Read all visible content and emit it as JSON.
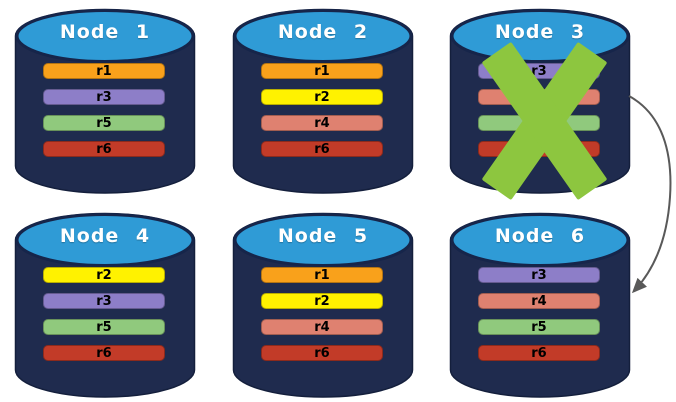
{
  "diagram": {
    "colors": {
      "cylinder_top": "#2F9BD6",
      "cylinder_body": "#1F2B4E",
      "cylinder_outline": "#16254A",
      "failure_x": "#8DC63F",
      "arrow": "#595959"
    },
    "failed_node": "Node 3",
    "recovery_arrow": {
      "from": "Node 3",
      "to": "Node 6"
    },
    "nodes": [
      {
        "label": "Node 1",
        "failed": false,
        "replicas": [
          {
            "label": "r1",
            "color": "#F9A11B"
          },
          {
            "label": "r3",
            "color": "#8D7EC8"
          },
          {
            "label": "r5",
            "color": "#90C97D"
          },
          {
            "label": "r6",
            "color": "#C23B28"
          }
        ]
      },
      {
        "label": "Node 2",
        "failed": false,
        "replicas": [
          {
            "label": "r1",
            "color": "#F9A11B"
          },
          {
            "label": "r2",
            "color": "#FFF200"
          },
          {
            "label": "r4",
            "color": "#DF8170"
          },
          {
            "label": "r6",
            "color": "#C23B28"
          }
        ]
      },
      {
        "label": "Node 3",
        "failed": true,
        "replicas": [
          {
            "label": "r3",
            "color": "#8D7EC8"
          },
          {
            "label": "r4",
            "color": "#DF8170"
          },
          {
            "label": "r5",
            "color": "#90C97D"
          },
          {
            "label": "r6",
            "color": "#C23B28"
          }
        ]
      },
      {
        "label": "Node 4",
        "failed": false,
        "replicas": [
          {
            "label": "r2",
            "color": "#FFF200"
          },
          {
            "label": "r3",
            "color": "#8D7EC8"
          },
          {
            "label": "r5",
            "color": "#90C97D"
          },
          {
            "label": "r6",
            "color": "#C23B28"
          }
        ]
      },
      {
        "label": "Node 5",
        "failed": false,
        "replicas": [
          {
            "label": "r1",
            "color": "#F9A11B"
          },
          {
            "label": "r2",
            "color": "#FFF200"
          },
          {
            "label": "r4",
            "color": "#DF8170"
          },
          {
            "label": "r6",
            "color": "#C23B28"
          }
        ]
      },
      {
        "label": "Node 6",
        "failed": false,
        "replicas": [
          {
            "label": "r3",
            "color": "#8D7EC8"
          },
          {
            "label": "r4",
            "color": "#DF8170"
          },
          {
            "label": "r5",
            "color": "#90C97D"
          },
          {
            "label": "r6",
            "color": "#C23B28"
          }
        ]
      }
    ]
  }
}
